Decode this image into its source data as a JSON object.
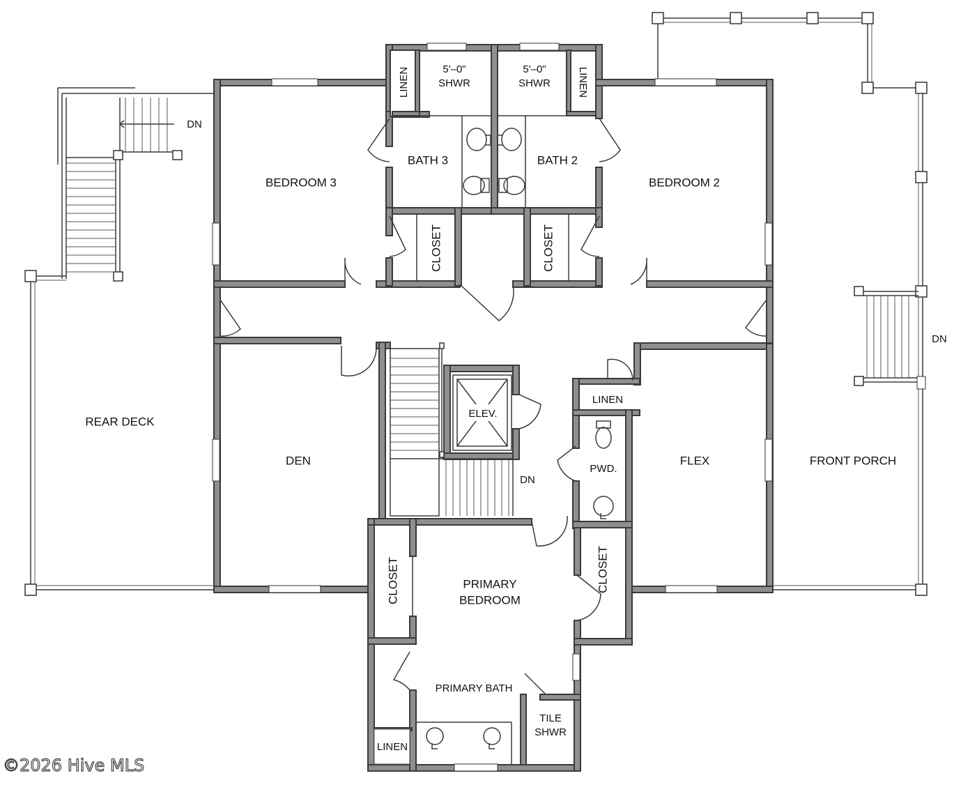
{
  "rooms": {
    "bedroom3": "BEDROOM 3",
    "bedroom2": "BEDROOM 2",
    "bath3": "BATH 3",
    "bath2": "BATH 2",
    "linen_left": "LINEN",
    "linen_right": "LINEN",
    "shower3_size": "5'–0\"",
    "shower3": "SHWR",
    "shower2_size": "5'–0\"",
    "shower2": "SHWR",
    "closet_b3": "CLOSET",
    "closet_b2": "CLOSET",
    "rear_deck": "REAR DECK",
    "front_porch": "FRONT PORCH",
    "den": "DEN",
    "flex": "FLEX",
    "elevator": "ELEV.",
    "linen_hall": "LINEN",
    "powder": "PWD.",
    "primary_bedroom_line1": "PRIMARY",
    "primary_bedroom_line2": "BEDROOM",
    "closet_primary_left": "CLOSET",
    "closet_primary_right": "CLOSET",
    "primary_bath": "PRIMARY BATH",
    "tile_shower_line1": "TILE",
    "tile_shower_line2": "SHWR",
    "linen_primary": "LINEN"
  },
  "stairs": {
    "rear_down": "DN",
    "front_down": "DN",
    "interior_down": "DN"
  },
  "watermark": "©2026 Hive MLS"
}
